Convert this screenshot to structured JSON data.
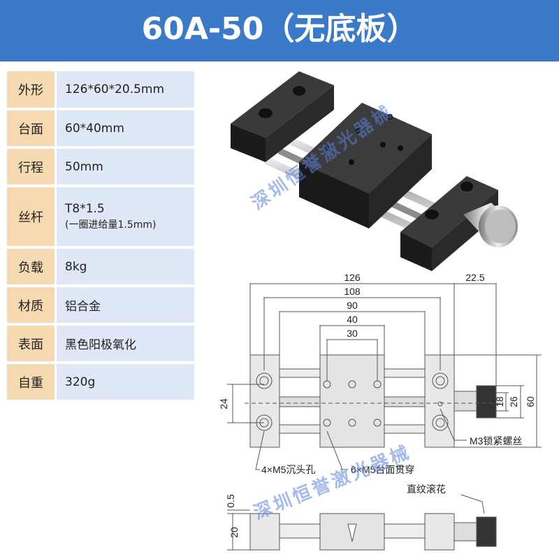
{
  "title": "60A-50（无底板）",
  "specs": [
    {
      "key": "外形",
      "value": "126*60*20.5mm"
    },
    {
      "key": "台面",
      "value": "60*40mm"
    },
    {
      "key": "行程",
      "value": "50mm"
    },
    {
      "key": "丝杆",
      "value": "T8*1.5",
      "sub": "(一圈进给量1.5mm)"
    },
    {
      "key": "负载",
      "value": "8kg"
    },
    {
      "key": "材质",
      "value": "铝合金"
    },
    {
      "key": "表面",
      "value": "黑色阳极氧化"
    },
    {
      "key": "自重",
      "value": "320g"
    }
  ],
  "dimensions": {
    "d126": "126",
    "d22_5": "22.5",
    "d108": "108",
    "d90": "90",
    "d40": "40",
    "d30": "30",
    "d24": "24",
    "d18": "18",
    "d26": "26",
    "d60": "60",
    "d0_5": "0.5",
    "d20": "20"
  },
  "callouts": {
    "m3": "M3锁紧螺丝",
    "m5_counter": "4×M5沉头孔",
    "m5_through": "6×M5台面贯穿",
    "knurl": "直纹滚花"
  },
  "watermark": "深圳恒誉激光器械",
  "colors": {
    "banner": "#3b79c9",
    "key_bg": "#f5d9b0",
    "val_bg": "#dfe8f7"
  }
}
